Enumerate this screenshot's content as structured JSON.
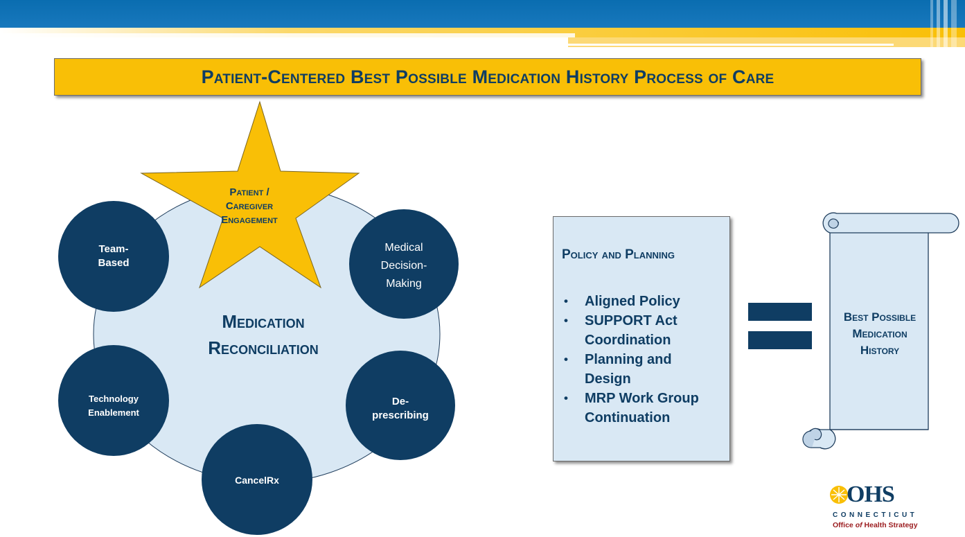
{
  "title": "Patient-Centered Best Possible Medication History Process of Care",
  "hub": {
    "center_line1": "Medication",
    "center_line2": "Reconciliation",
    "star_lines": [
      "Patient /",
      "Caregiver",
      "Engagement"
    ],
    "circles": [
      {
        "lines": [
          "Team-",
          "Based"
        ],
        "bold": true
      },
      {
        "lines": [
          "Medical",
          "Decision-",
          "Making"
        ],
        "bold": false
      },
      {
        "lines": [
          "Technology",
          "Enablement"
        ],
        "bold": true
      },
      {
        "lines": [
          "De-",
          "prescribing"
        ],
        "bold": true
      },
      {
        "lines": [
          "CancelRx"
        ],
        "bold": true
      }
    ]
  },
  "policy": {
    "heading": "Policy and Planning",
    "bullet": "•",
    "items": [
      [
        "Aligned Policy"
      ],
      [
        "SUPPORT Act",
        "Coordination"
      ],
      [
        "Planning and",
        "Design"
      ],
      [
        "MRP Work Group",
        "Continuation"
      ]
    ]
  },
  "result": {
    "lines": [
      "Best Possible",
      "Medication",
      "History"
    ]
  },
  "logo": {
    "word": "OHS",
    "state": "CONNECTICUT",
    "office_pre": "Office ",
    "office_of": "of",
    "office_post": " Health Strategy"
  },
  "colors": {
    "navy": "#0f3d63",
    "gold": "#f9bf06",
    "light_blue": "#d9e8f4",
    "header_blue": "#0a6db0",
    "logo_red": "#9b1c1f"
  },
  "icons": {
    "plus": "plus-icon",
    "equals": "equals-icon",
    "star": "star-shape",
    "scroll": "scroll-shape"
  }
}
